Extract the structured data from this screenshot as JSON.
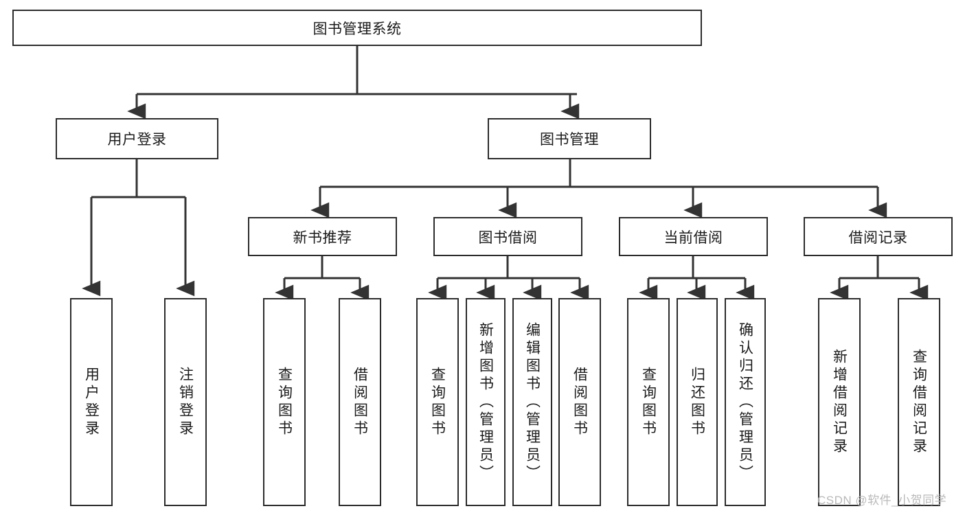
{
  "diagram": {
    "title": "图书管理系统",
    "type": "function-structure-tree",
    "style": {
      "box_border_color": "#2b2b2b",
      "box_fill_color": "#ffffff",
      "connector_color": "#333333",
      "text_color": "#1a1a1a",
      "background_color": "#ffffff",
      "watermark_color": "#b9b9b9"
    },
    "root": {
      "id": "root",
      "label": "图书管理系统",
      "orientation": "horizontal"
    },
    "level2": [
      {
        "id": "user-login",
        "label": "用户登录",
        "orientation": "horizontal"
      },
      {
        "id": "book-manage",
        "label": "图书管理",
        "orientation": "horizontal"
      }
    ],
    "level3": [
      {
        "id": "new-book-recommend",
        "label": "新书推荐",
        "orientation": "horizontal",
        "parent": "book-manage"
      },
      {
        "id": "book-borrow",
        "label": "图书借阅",
        "orientation": "horizontal",
        "parent": "book-manage"
      },
      {
        "id": "current-borrow",
        "label": "当前借阅",
        "orientation": "horizontal",
        "parent": "book-manage"
      },
      {
        "id": "borrow-record",
        "label": "借阅记录",
        "orientation": "horizontal",
        "parent": "book-manage"
      }
    ],
    "leaves": [
      {
        "id": "leaf-user-login",
        "label": "用户登录",
        "parent": "user-login",
        "orientation": "vertical"
      },
      {
        "id": "leaf-logout",
        "label": "注销登录",
        "parent": "user-login",
        "orientation": "vertical"
      },
      {
        "id": "leaf-query-book-recommend",
        "label": "查询图书",
        "parent": "new-book-recommend",
        "orientation": "vertical"
      },
      {
        "id": "leaf-borrow-book-recommend",
        "label": "借阅图书",
        "parent": "new-book-recommend",
        "orientation": "vertical"
      },
      {
        "id": "leaf-query-book-borrow",
        "label": "查询图书",
        "parent": "book-borrow",
        "orientation": "vertical"
      },
      {
        "id": "leaf-add-book",
        "label": "新增图书（管理员）",
        "parent": "book-borrow",
        "orientation": "vertical"
      },
      {
        "id": "leaf-edit-book",
        "label": "编辑图书（管理员）",
        "parent": "book-borrow",
        "orientation": "vertical"
      },
      {
        "id": "leaf-borrow-book",
        "label": "借阅图书",
        "parent": "book-borrow",
        "orientation": "vertical"
      },
      {
        "id": "leaf-query-book-current",
        "label": "查询图书",
        "parent": "current-borrow",
        "orientation": "vertical"
      },
      {
        "id": "leaf-return-book",
        "label": "归还图书",
        "parent": "current-borrow",
        "orientation": "vertical"
      },
      {
        "id": "leaf-confirm-return",
        "label": "确认归还（管理员）",
        "parent": "current-borrow",
        "orientation": "vertical"
      },
      {
        "id": "leaf-add-record",
        "label": "新增借阅记录",
        "parent": "borrow-record",
        "orientation": "vertical"
      },
      {
        "id": "leaf-query-record",
        "label": "查询借阅记录",
        "parent": "borrow-record",
        "orientation": "vertical"
      }
    ],
    "watermark": "CSDN @软件_小贺同学"
  }
}
